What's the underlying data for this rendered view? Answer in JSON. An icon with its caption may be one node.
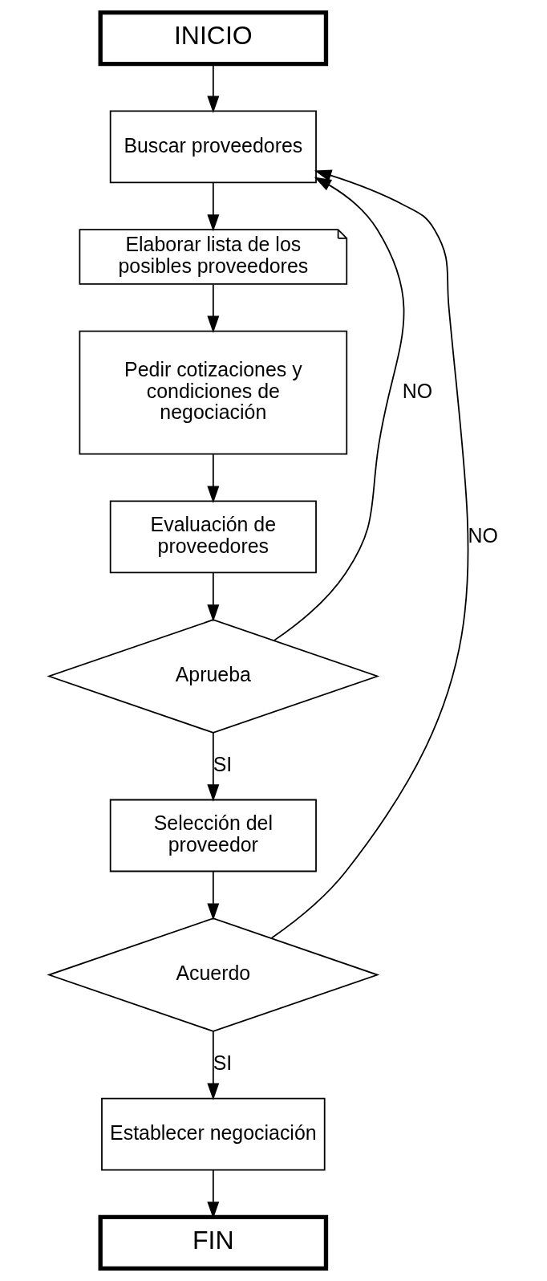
{
  "diagram": {
    "nodes": [
      {
        "text": [
          "INICIO"
        ]
      },
      {
        "text": [
          "Buscar proveedores"
        ]
      },
      {
        "text": [
          "Elaborar lista de los posibles proveedores"
        ]
      },
      {
        "text": [
          "Pedir cotizaciones y condiciones de negociación"
        ]
      },
      {
        "text": [
          "Evaluación de proveedores"
        ]
      },
      {
        "text": [
          "Aprueba"
        ]
      },
      {
        "text": [
          "Selección del proveedor"
        ]
      },
      {
        "text": [
          "Acuerdo"
        ]
      },
      {
        "text": [
          "Establecer negociación"
        ]
      },
      {
        "text": [
          "FIN"
        ]
      }
    ],
    "edges": [
      {
        "from": 0,
        "to": 1,
        "arrow": "to"
      },
      {
        "from": 1,
        "to": 2,
        "arrow": "to"
      },
      {
        "from": 2,
        "to": 3,
        "arrow": "to"
      },
      {
        "from": 3,
        "to": 4,
        "arrow": "to"
      },
      {
        "from": 4,
        "to": 5,
        "arrow": "to"
      },
      {
        "from": 5,
        "to": 6,
        "arrow": "to",
        "label": "SI"
      },
      {
        "from": 5,
        "to": 1,
        "arrow": "to",
        "label": "NO"
      },
      {
        "from": 6,
        "to": 7,
        "arrow": "to"
      },
      {
        "from": 7,
        "to": 8,
        "arrow": "to",
        "label": "SI"
      },
      {
        "from": 7,
        "to": 1,
        "arrow": "to",
        "label": "NO"
      },
      {
        "from": 8,
        "to": 9,
        "arrow": "to"
      }
    ]
  }
}
